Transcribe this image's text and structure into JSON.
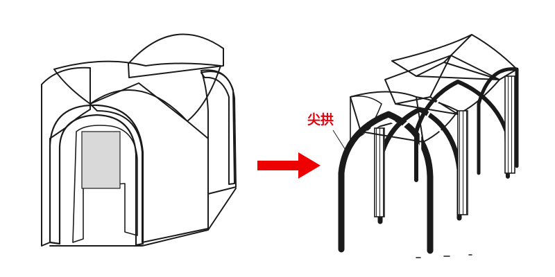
{
  "annotation": {
    "label": "尖拱",
    "color": "#e8000b"
  },
  "arrow": {
    "color": "#ee0000",
    "direction": "right"
  },
  "figures": {
    "left": "groin-vault",
    "right": "rib-vault"
  },
  "colors": {
    "ink": "#1a1a1a",
    "paper": "#ffffff",
    "shade": "#d9d9d9"
  }
}
